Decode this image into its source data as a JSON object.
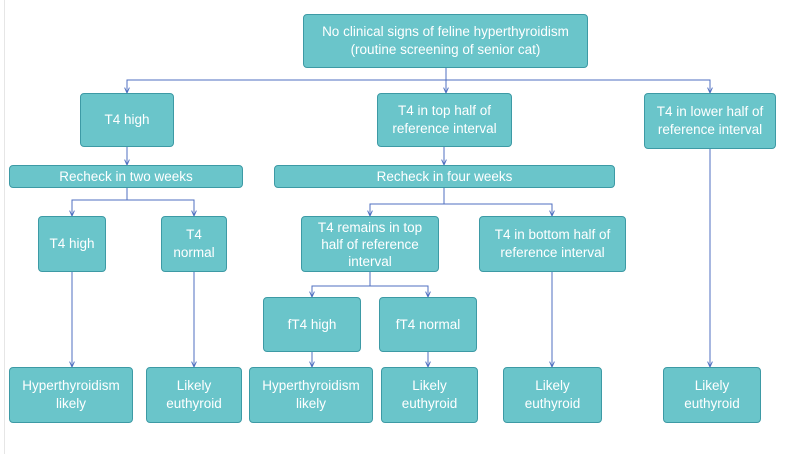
{
  "colors": {
    "node_fill": "#6ac5ca",
    "node_border": "#3d9aa5",
    "node_text": "#ffffff",
    "connector": "#4f6fc0"
  },
  "nodes": {
    "root": {
      "line1": "No clinical signs of feline hyperthyroidism",
      "line2": "(routine screening of senior cat)"
    },
    "t4_high": {
      "line1": "T4 high"
    },
    "t4_top_half": {
      "line1": "T4 in top half of",
      "line2": "reference interval"
    },
    "t4_lower_half": {
      "line1": "T4 in lower half of",
      "line2": "reference interval"
    },
    "recheck_two_weeks": {
      "line1": "Recheck in two weeks"
    },
    "recheck_four_weeks": {
      "line1": "Recheck in four weeks"
    },
    "t4_high_2": {
      "line1": "T4 high"
    },
    "t4_normal": {
      "line1": "T4",
      "line2": "normal"
    },
    "t4_remains_top": {
      "line1": "T4 remains in top",
      "line2": "half of reference",
      "line3": "interval"
    },
    "t4_bottom_half": {
      "line1": "T4 in bottom half of",
      "line2": "reference interval"
    },
    "ft4_high": {
      "line1": "fT4 high"
    },
    "ft4_normal": {
      "line1": "fT4 normal"
    },
    "outcome_hyper_1": {
      "line1": "Hyperthyroidism",
      "line2": "likely"
    },
    "outcome_euthyroid_1": {
      "line1": "Likely",
      "line2": "euthyroid"
    },
    "outcome_hyper_2": {
      "line1": "Hyperthyroidism",
      "line2": "likely"
    },
    "outcome_euthyroid_2": {
      "line1": "Likely",
      "line2": "euthyroid"
    },
    "outcome_euthyroid_3": {
      "line1": "Likely",
      "line2": "euthyroid"
    },
    "outcome_euthyroid_4": {
      "line1": "Likely",
      "line2": "euthyroid"
    }
  }
}
